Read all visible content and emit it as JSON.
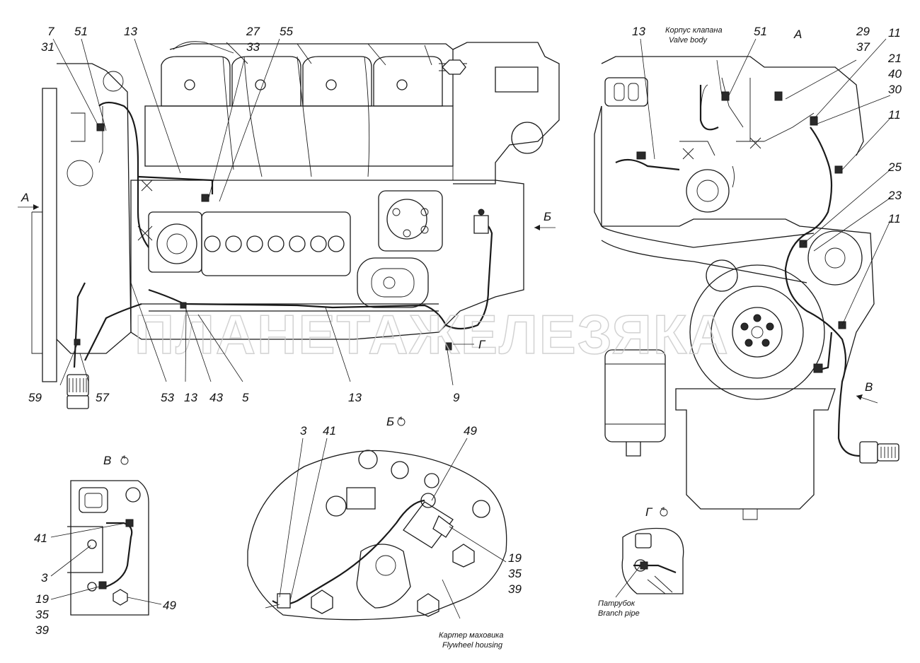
{
  "main_view_callouts": {
    "c7": "7",
    "c31": "31",
    "c51": "51",
    "c13a": "13",
    "c27": "27",
    "c33": "33",
    "c55": "55",
    "c59": "59",
    "c57": "57",
    "c53": "53",
    "c13b": "13",
    "c43": "43",
    "c5": "5",
    "c13c": "13",
    "c9": "9",
    "view_A_arrow": "А",
    "view_B_arrow": "Б",
    "view_G_marker": "Г"
  },
  "view_A": {
    "label": "А",
    "callouts": {
      "c13": "13",
      "c51": "51",
      "c29": "29",
      "c37": "37",
      "c11a": "11",
      "c21": "21",
      "c40": "40",
      "c30": "30",
      "c11b": "11",
      "c25": "25",
      "c23": "23",
      "c11c": "11",
      "view_V_arrow": "В"
    },
    "caption_ru": "Корпус клапана",
    "caption_en": "Valve body"
  },
  "view_B": {
    "label": "Б",
    "callouts": {
      "c3": "3",
      "c41": "41",
      "c49": "49",
      "c19": "19",
      "c35": "35",
      "c39": "39"
    },
    "caption_ru": "Картер маховика",
    "caption_en": "Flywheel housing"
  },
  "view_V": {
    "label": "В",
    "callouts": {
      "c41": "41",
      "c3": "3",
      "c19": "19",
      "c35": "35",
      "c39": "39",
      "c49": "49"
    }
  },
  "view_G": {
    "label": "Г",
    "caption_ru": "Патрубок",
    "caption_en": "Branch pipe"
  },
  "watermark": "ПЛАНЕТАЖЕЛЕЗЯКА"
}
